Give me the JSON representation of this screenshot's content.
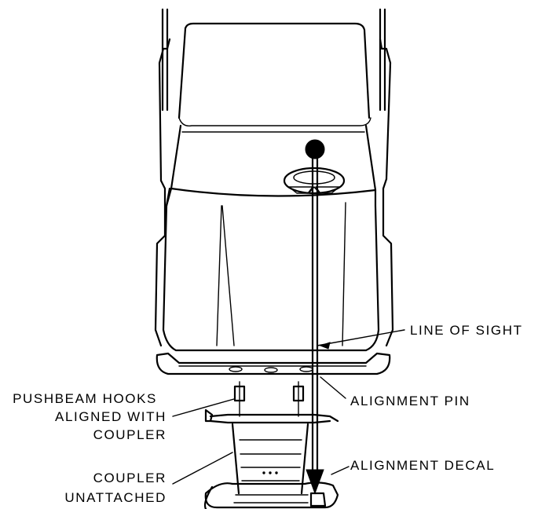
{
  "labels": {
    "line_of_sight": "LINE OF SIGHT",
    "alignment_pin": "ALIGNMENT PIN",
    "alignment_decal": "ALIGNMENT DECAL",
    "pushbeam_hooks": [
      "PUSHBEAM HOOKS",
      "ALIGNED WITH",
      "COUPLER"
    ],
    "coupler": [
      "COUPLER",
      "UNATTACHED"
    ]
  }
}
